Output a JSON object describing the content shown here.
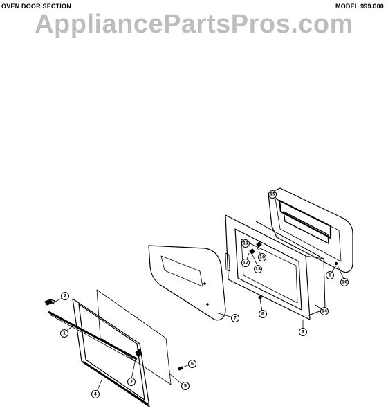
{
  "header": {
    "section_title": "OVEN DOOR SECTION",
    "model": "MODEL 999.000"
  },
  "watermark": "AppliancePartsPros.com",
  "callouts": [
    "1",
    "2",
    "3",
    "4",
    "5",
    "6",
    "7",
    "8",
    "9",
    "10",
    "11",
    "12",
    "13",
    "14",
    "15",
    "16"
  ]
}
